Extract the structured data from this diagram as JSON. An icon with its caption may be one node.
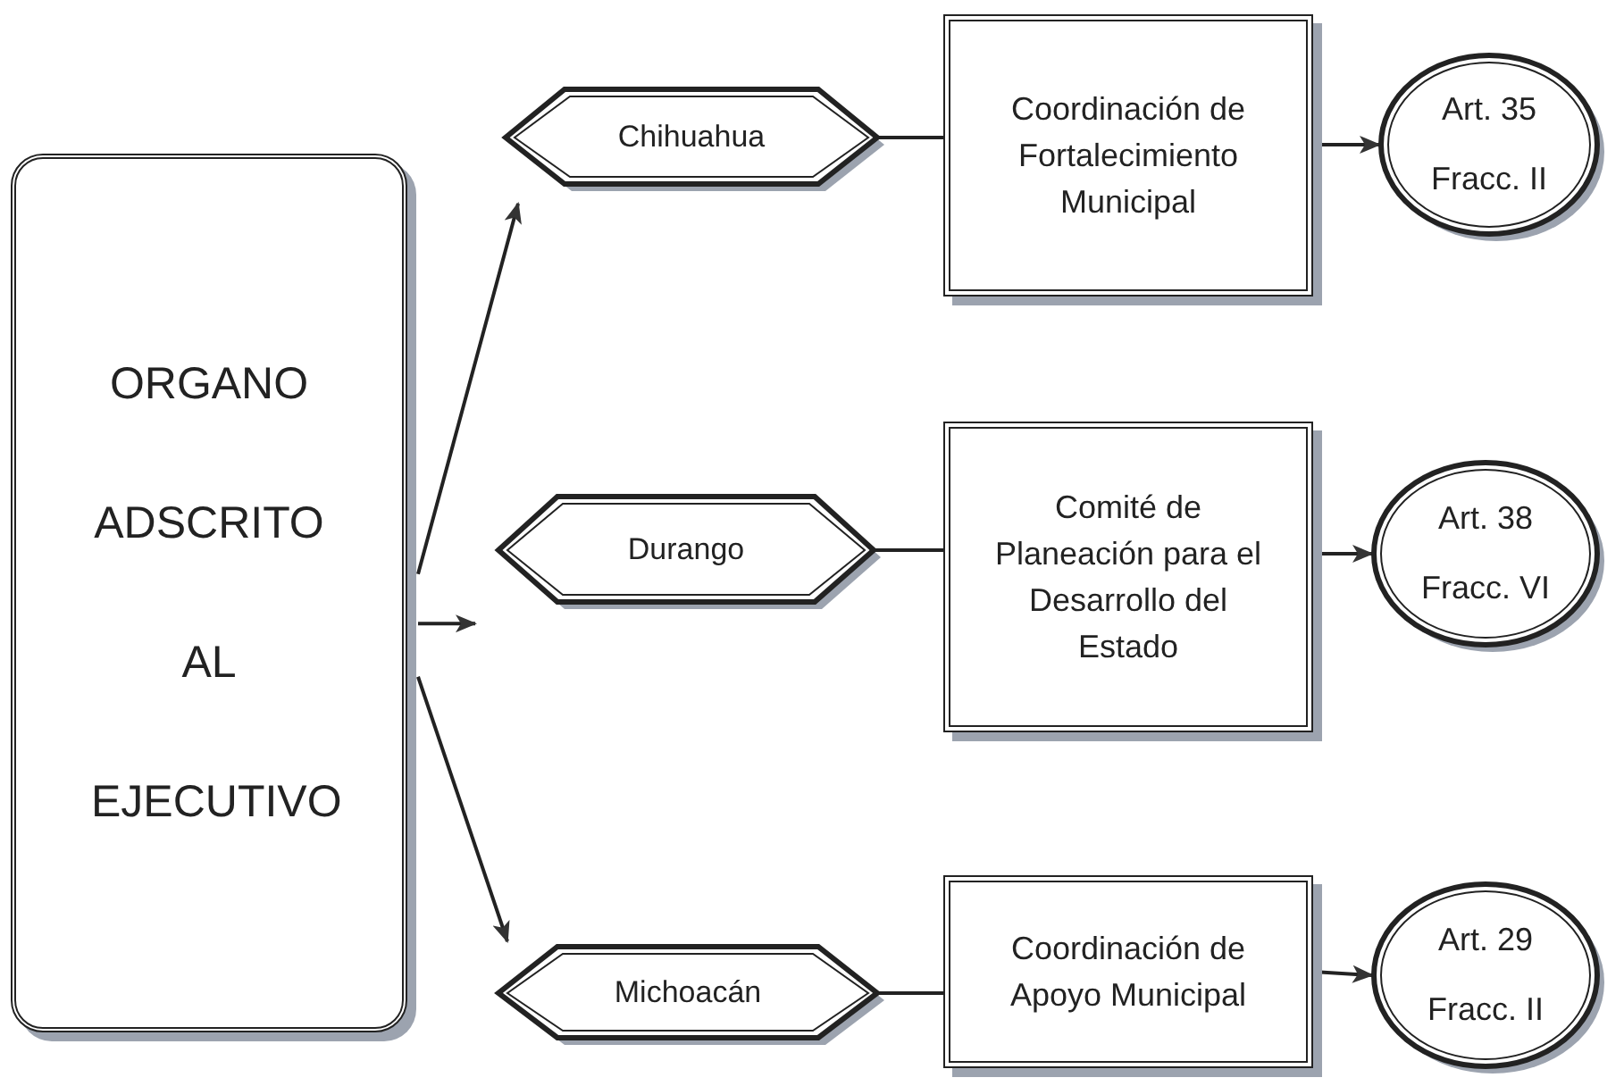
{
  "diagram": {
    "nodes": [
      {
        "text": [
          "ORGANO ADSCRITO AL EJECUTIVO"
        ]
      },
      {
        "text": [
          "Chihuahua"
        ]
      },
      {
        "text": [
          "Coordinación de Fortalecimiento Municipal"
        ]
      },
      {
        "text": [
          "Art. 35",
          "Fracc. II"
        ]
      },
      {
        "text": [
          "Durango"
        ]
      },
      {
        "text": [
          "Comité de Planeación para el Desarrollo del Estado"
        ]
      },
      {
        "text": [
          "Art. 38",
          "Fracc. VI"
        ]
      },
      {
        "text": [
          "Michoacán"
        ]
      },
      {
        "text": [
          "Coordinación de Apoyo Municipal"
        ]
      },
      {
        "text": [
          "Art. 29",
          "Fracc. II"
        ]
      }
    ],
    "edges": [
      {
        "from": 0,
        "to": 1,
        "arrow": "to"
      },
      {
        "from": 0,
        "to": 4,
        "arrow": "to"
      },
      {
        "from": 0,
        "to": 7,
        "arrow": "to"
      },
      {
        "from": 1,
        "to": 2,
        "arrow": "none"
      },
      {
        "from": 2,
        "to": 3,
        "arrow": "to"
      },
      {
        "from": 4,
        "to": 5,
        "arrow": "none"
      },
      {
        "from": 5,
        "to": 6,
        "arrow": "to"
      },
      {
        "from": 7,
        "to": 8,
        "arrow": "none"
      },
      {
        "from": 8,
        "to": 9,
        "arrow": "to"
      }
    ]
  }
}
